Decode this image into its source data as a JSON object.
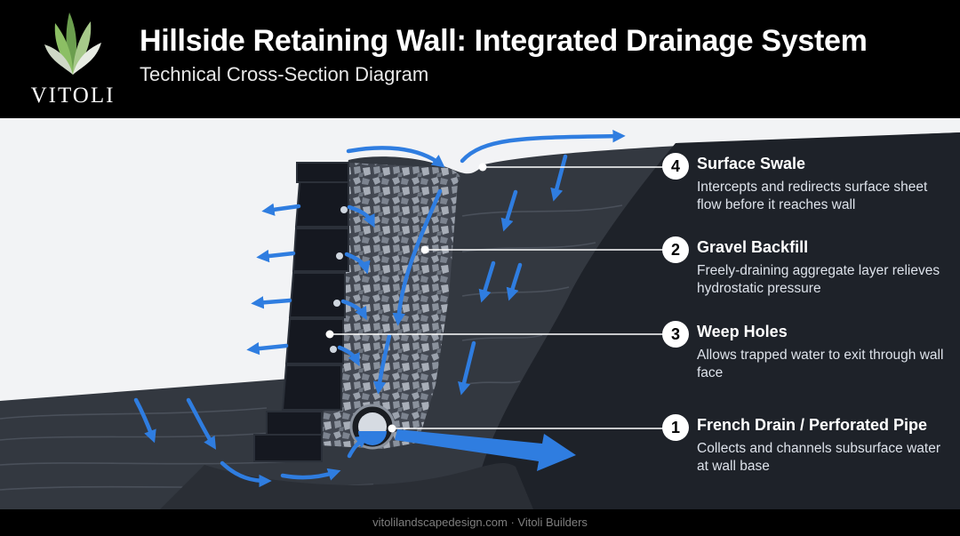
{
  "brand": {
    "name": "VITOLI",
    "logo_icon": "leaf-fan-icon",
    "accent": "#2f7de0"
  },
  "header": {
    "title": "Hillside Retaining Wall: Integrated Drainage System",
    "subtitle": "Technical Cross-Section Diagram"
  },
  "callouts": [
    {
      "number": "4",
      "title": "Surface Swale",
      "description": "Intercepts and redirects surface sheet flow before it reaches wall"
    },
    {
      "number": "2",
      "title": "Gravel Backfill",
      "description": "Freely-draining aggregate layer relieves hydrostatic pressure"
    },
    {
      "number": "3",
      "title": "Weep Holes",
      "description": "Allows trapped water to exit through wall face"
    },
    {
      "number": "1",
      "title": "French Drain / Perforated Pipe",
      "description": "Collects and channels subsurface water at wall base"
    }
  ],
  "footer": {
    "text": "vitolilandscapedesign.com · Vitoli Builders"
  }
}
